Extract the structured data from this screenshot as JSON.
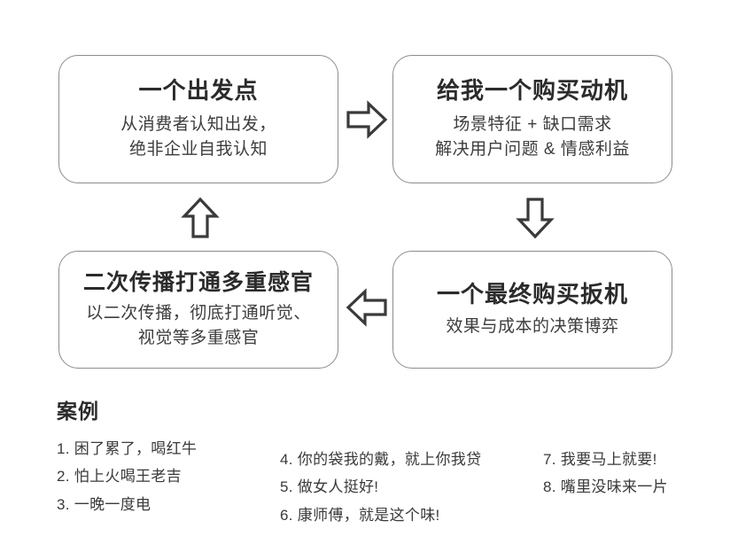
{
  "diagram": {
    "boxes": [
      {
        "id": "origin",
        "title": "一个出发点",
        "lines": [
          "从消费者认知出发，",
          "绝非企业自我认知"
        ]
      },
      {
        "id": "motive",
        "title": "给我一个购买动机",
        "lines": [
          "场景特征 + 缺口需求",
          "解决用户问题 & 情感利益"
        ]
      },
      {
        "id": "secondary",
        "title": "二次传播打通多重感官",
        "lines": [
          "以二次传播，彻底打通听觉、",
          "视觉等多重感官"
        ]
      },
      {
        "id": "trigger",
        "title": "一个最终购买扳机",
        "lines": [
          "效果与成本的决策博弈"
        ]
      }
    ],
    "arrows": [
      {
        "id": "right",
        "direction": "right",
        "from": "origin",
        "to": "motive"
      },
      {
        "id": "down",
        "direction": "down",
        "from": "motive",
        "to": "trigger"
      },
      {
        "id": "left",
        "direction": "left",
        "from": "trigger",
        "to": "secondary"
      },
      {
        "id": "up",
        "direction": "up",
        "from": "secondary",
        "to": "origin"
      }
    ],
    "colors": {
      "box_border": "#8c8c8c",
      "title_text": "#2b2b2b",
      "body_text": "#3d3d3d",
      "arrow_stroke": "#3a3a3a",
      "background": "#ffffff"
    }
  },
  "cases": {
    "heading": "案例",
    "columns": [
      {
        "items": [
          "1. 困了累了，喝红牛",
          "2. 怕上火喝王老吉",
          "3. 一晚一度电"
        ]
      },
      {
        "items": [
          "4. 你的袋我的戴，就上你我贷",
          "5. 做女人挺好!",
          "6. 康师傅，就是这个味!"
        ]
      },
      {
        "items": [
          "7. 我要马上就要!",
          "8. 嘴里没味来一片"
        ]
      }
    ]
  }
}
